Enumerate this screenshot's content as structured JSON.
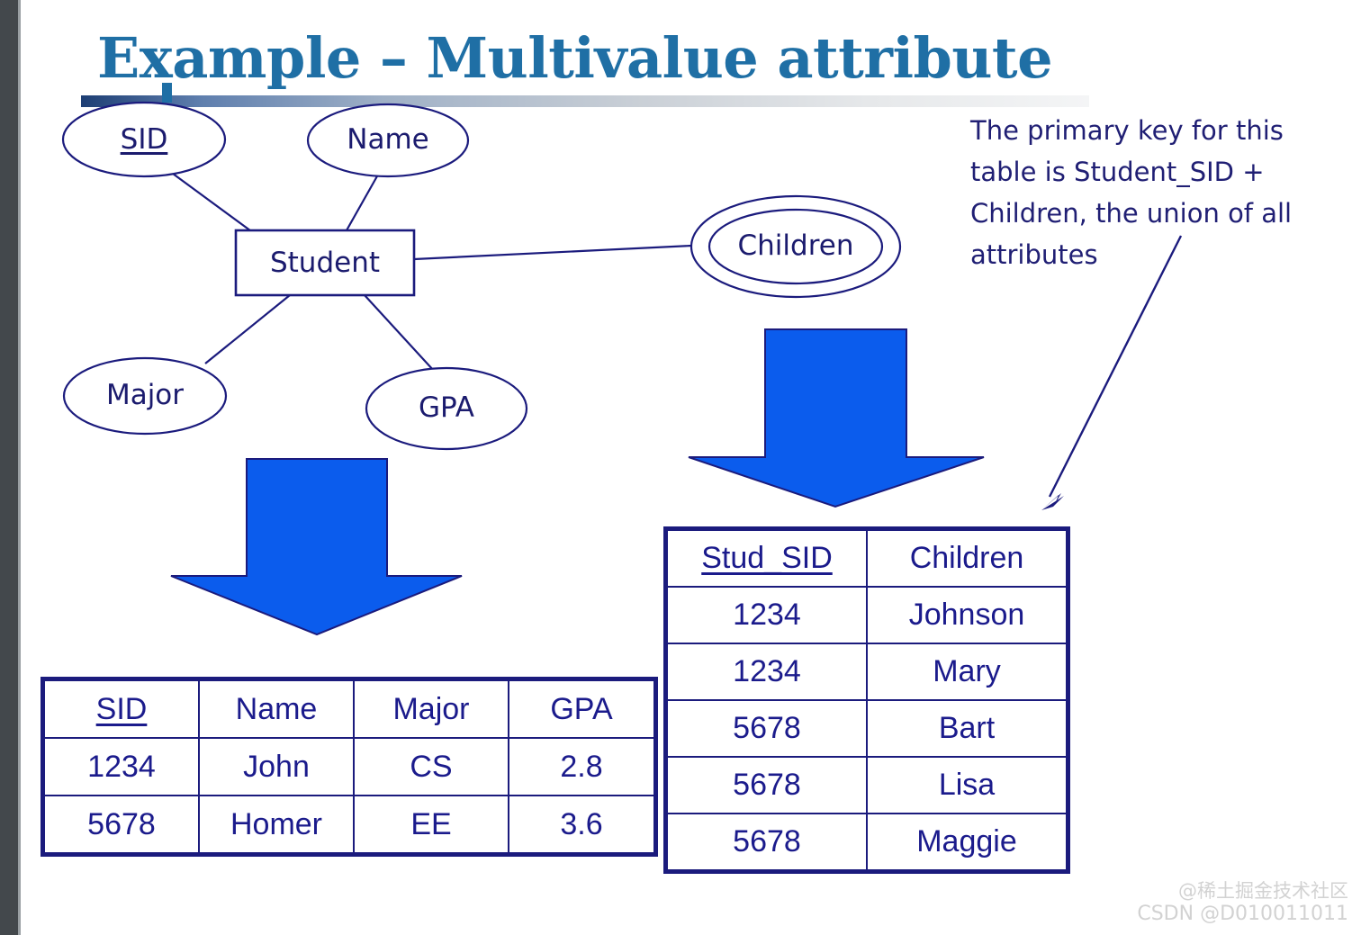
{
  "slide": {
    "title": "Example – Multivalue attribute",
    "background_color": "#ffffff",
    "title_color": "#1F6FA5",
    "ink_color": "#1b1b7d",
    "arrow_color": "#0b5ced"
  },
  "er_diagram": {
    "entity": {
      "label": "Student",
      "shape": "rectangle"
    },
    "attributes": [
      {
        "label": "SID",
        "shape": "ellipse",
        "primary_key": true
      },
      {
        "label": "Name",
        "shape": "ellipse",
        "primary_key": false
      },
      {
        "label": "Major",
        "shape": "ellipse",
        "primary_key": false
      },
      {
        "label": "GPA",
        "shape": "ellipse",
        "primary_key": false
      },
      {
        "label": "Children",
        "shape": "double-ellipse",
        "primary_key": false,
        "multivalued": true
      }
    ]
  },
  "note": {
    "text": "The primary key for this table is Student_SID + Children, the union of all attributes"
  },
  "arrows": {
    "student_arrow_label": "down-arrow-to-student-table",
    "children_arrow_label": "down-arrow-to-children-table",
    "note_arrow_label": "note-pointer-arrow"
  },
  "student_table": {
    "name": "Student",
    "columns": [
      {
        "label": "SID",
        "primary_key": true
      },
      {
        "label": "Name",
        "primary_key": false
      },
      {
        "label": "Major",
        "primary_key": false
      },
      {
        "label": "GPA",
        "primary_key": false
      }
    ],
    "rows": [
      [
        "1234",
        "John",
        "CS",
        "2.8"
      ],
      [
        "5678",
        "Homer",
        "EE",
        "3.6"
      ]
    ]
  },
  "children_table": {
    "name": "Children",
    "columns": [
      {
        "label": "Stud_SID",
        "primary_key": true
      },
      {
        "label": "Children",
        "primary_key": true
      }
    ],
    "rows": [
      [
        "1234",
        "Johnson"
      ],
      [
        "1234",
        "Mary"
      ],
      [
        "5678",
        "Bart"
      ],
      [
        "5678",
        "Lisa"
      ],
      [
        "5678",
        "Maggie"
      ]
    ]
  },
  "watermark": {
    "line1": "@稀土掘金技术社区",
    "line2": "CSDN @D010011011"
  }
}
